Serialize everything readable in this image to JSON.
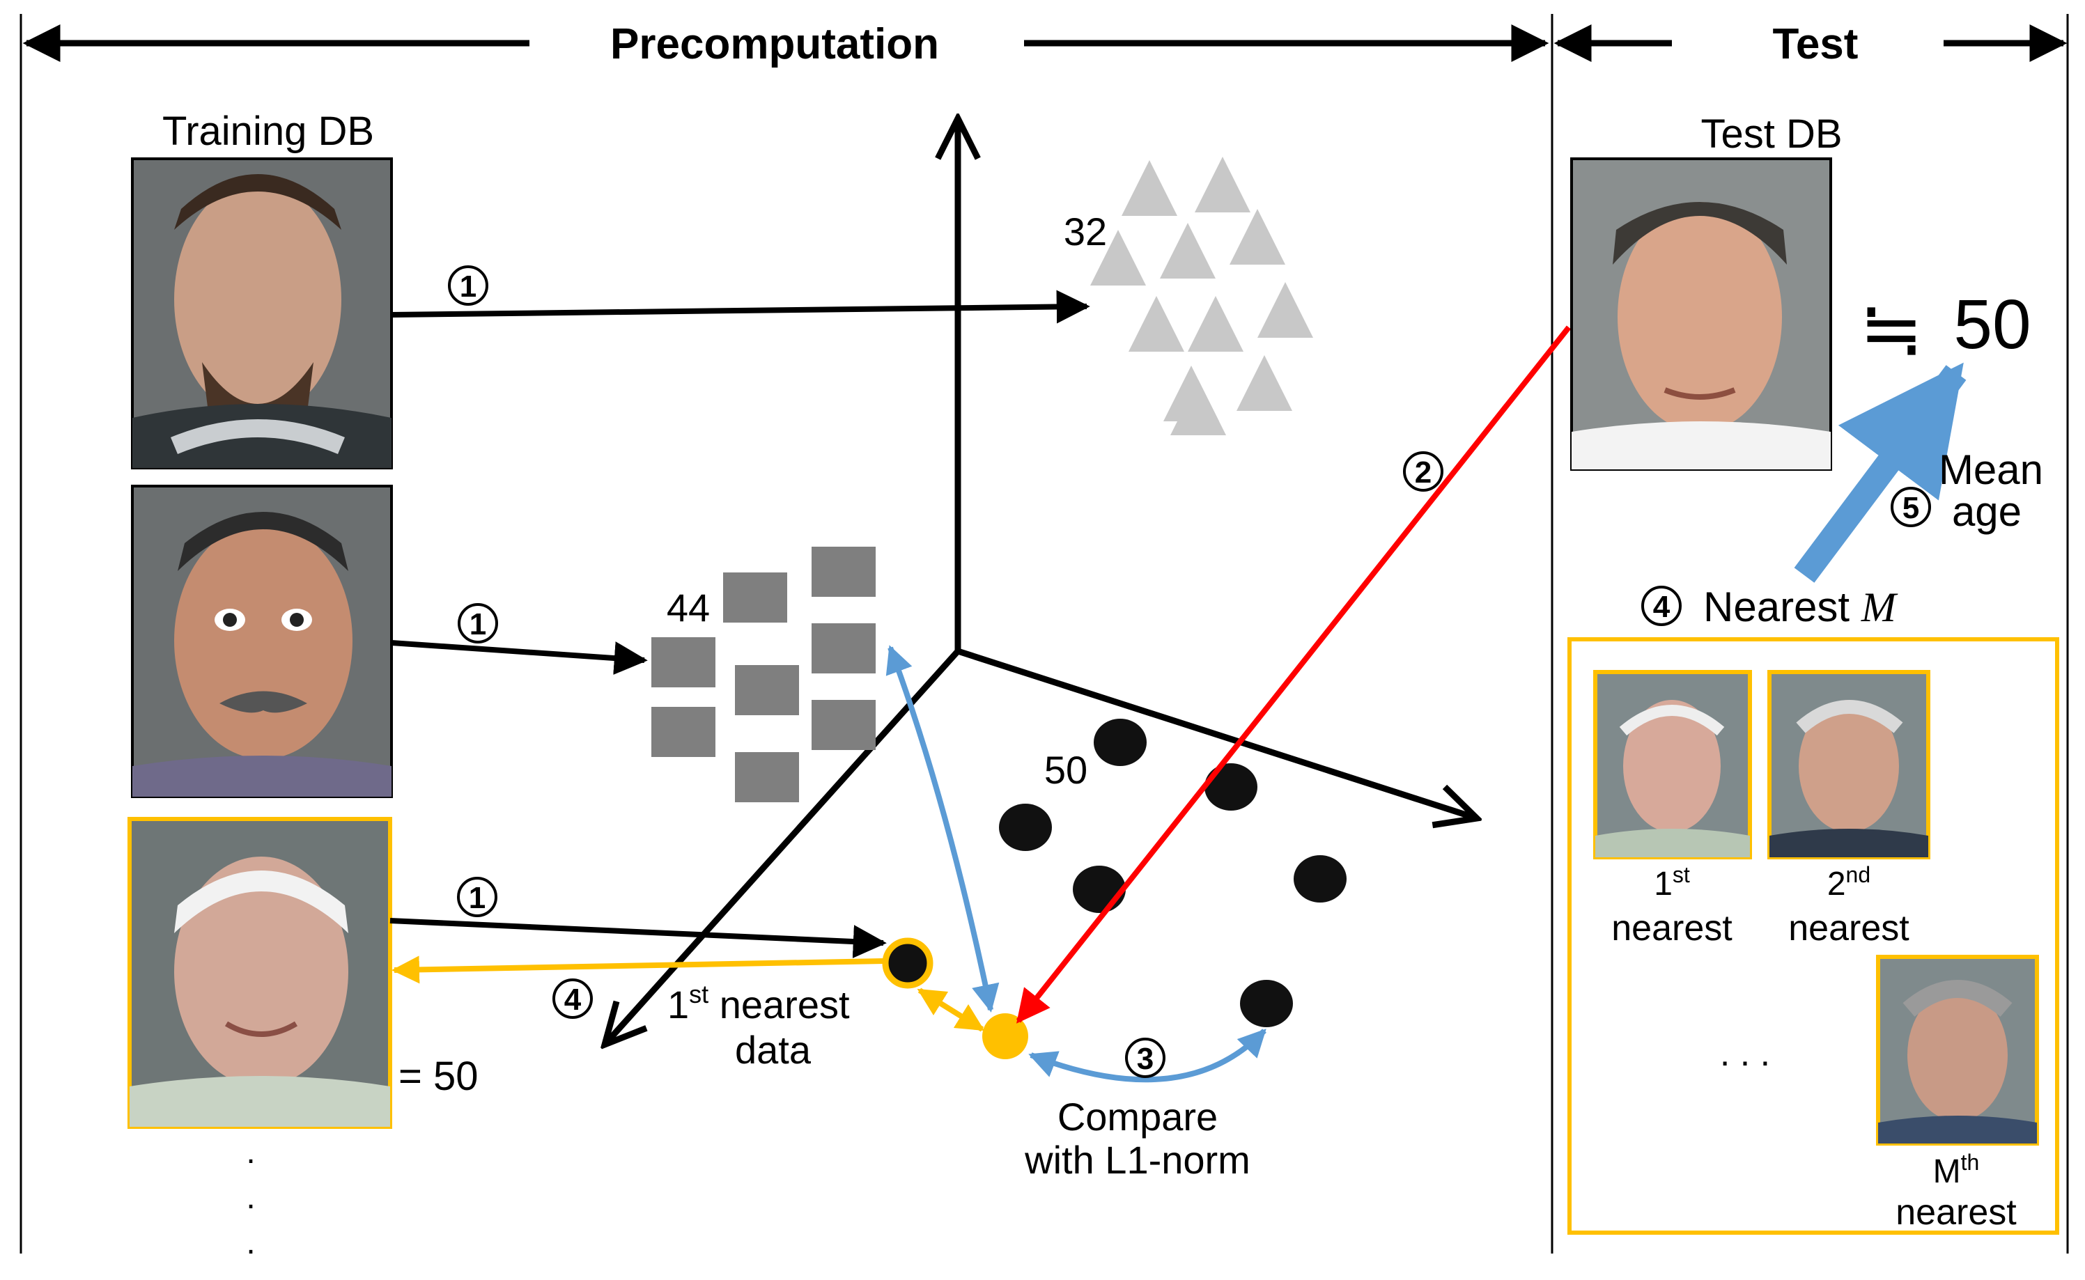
{
  "header": {
    "precomputation_label": "Precomputation",
    "test_label": "Test"
  },
  "training_db": {
    "title": "Training DB",
    "equals_label": "= 50",
    "continuation": ". . ."
  },
  "feature_space": {
    "triangles_label": "32",
    "squares_label": "44",
    "circles_label": "50",
    "nearest_data_line1": "1",
    "nearest_data_sup": "st",
    "nearest_data_line1_rest": " nearest",
    "nearest_data_line2": "data",
    "compare_line1": "Compare",
    "compare_line2": "with L1-norm"
  },
  "steps": {
    "step1": "1",
    "step2": "2",
    "step3": "3",
    "step4": "4",
    "step5": "5"
  },
  "test_db": {
    "title": "Test DB",
    "approx_symbol": "≒",
    "estimated_age": "50",
    "mean_line1": "Mean",
    "mean_line2": "age",
    "nearest_m_prefix": "Nearest ",
    "nearest_m_var": "M",
    "first_num": "1",
    "first_sup": "st",
    "first_label": "nearest",
    "second_num": "2",
    "second_sup": "nd",
    "second_label": "nearest",
    "ellipsis": ". . .",
    "mth_num": "M",
    "mth_sup": "th",
    "mth_label": "nearest"
  },
  "colors": {
    "black": "#000000",
    "red": "#ff0000",
    "blue": "#5b9bd5",
    "orange": "#ffc000",
    "triangle_gray": "#c8c8c8",
    "square_gray": "#7f7f7f",
    "photo_bg": "#6b6f70"
  }
}
